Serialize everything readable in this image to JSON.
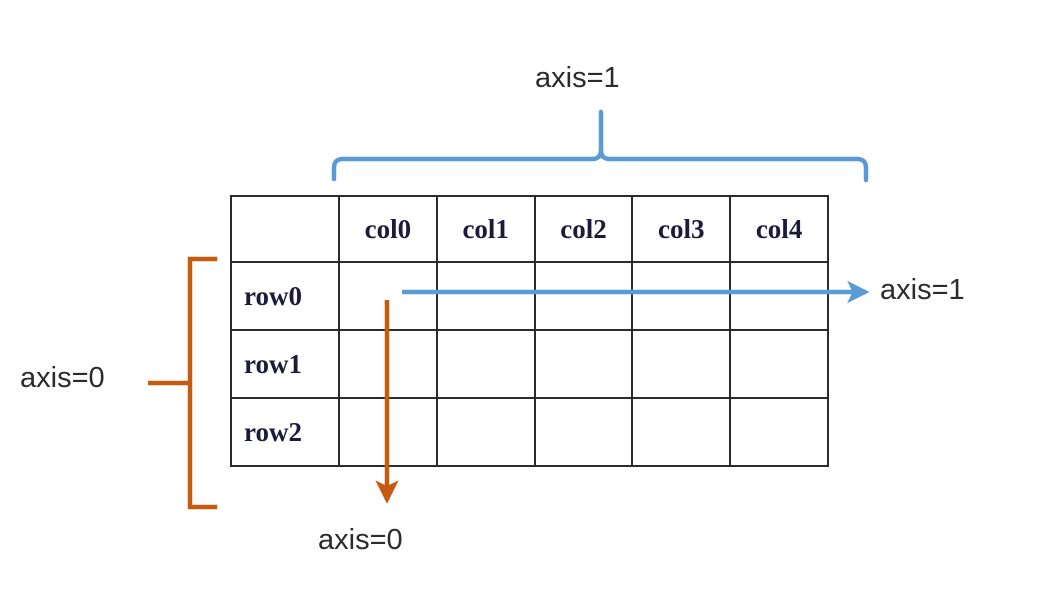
{
  "diagram": {
    "title_text": "axis=1",
    "colors": {
      "blue": "#5B9BD5",
      "orange": "#C55A11",
      "grid_line": "#2B2B2B",
      "label_text": "#2B2B2B",
      "cell_text": "#1B1B3A",
      "background": "#FFFFFF"
    },
    "table": {
      "corner_label": "",
      "column_headers": [
        "col0",
        "col1",
        "col2",
        "col3",
        "col4"
      ],
      "row_headers": [
        "row0",
        "row1",
        "row2"
      ],
      "cells": [
        [
          "",
          "",
          "",
          "",
          ""
        ],
        [
          "",
          "",
          "",
          "",
          ""
        ],
        [
          "",
          "",
          "",
          "",
          ""
        ]
      ]
    },
    "annotations": {
      "top_brace_label": "axis=1",
      "right_arrow_label": "axis=1",
      "left_bracket_label": "axis=0",
      "bottom_arrow_label": "axis=0"
    }
  }
}
